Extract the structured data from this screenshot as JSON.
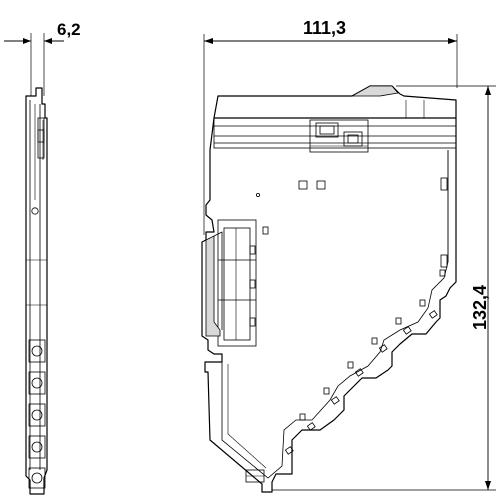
{
  "dimensions": {
    "width_label": "6,2",
    "depth_label": "111,3",
    "height_label": "132,4"
  }
}
